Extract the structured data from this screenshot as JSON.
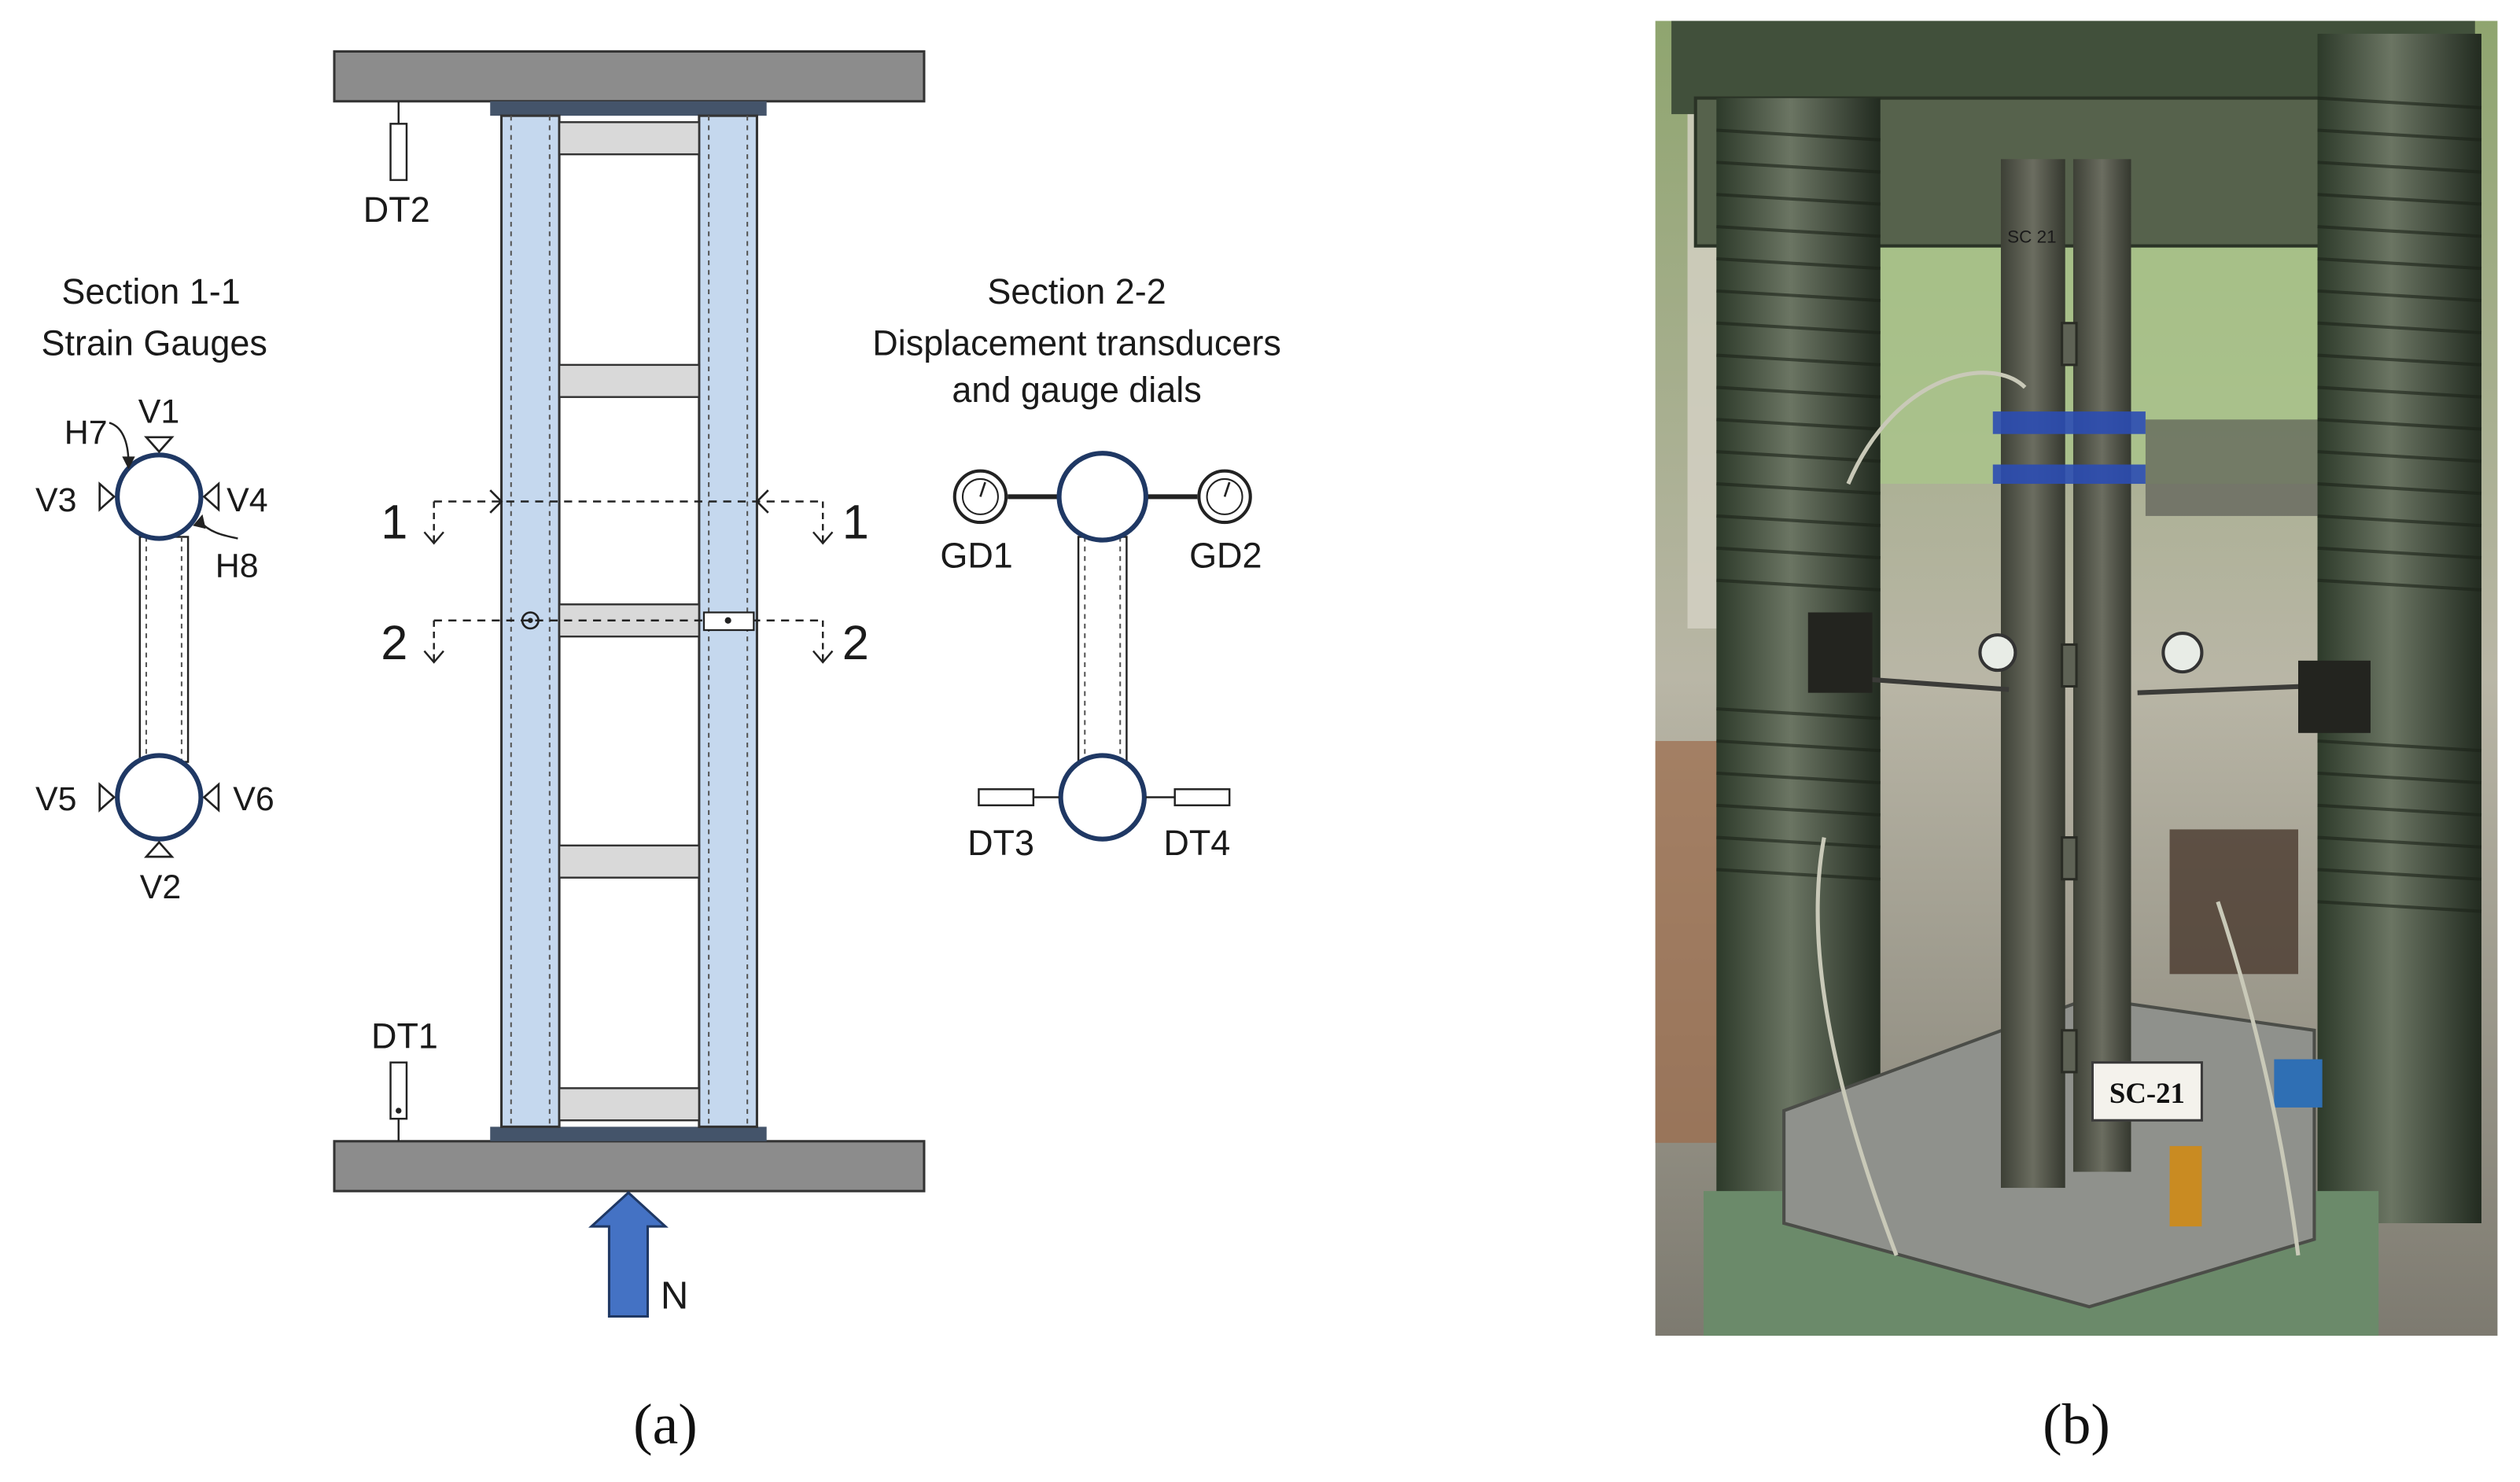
{
  "panel_a": {
    "caption": "(a)",
    "section_1": {
      "title": "Section 1-1",
      "subtitle": "Strain Gauges",
      "gauges": [
        "H7",
        "V1",
        "V3",
        "V4",
        "H8",
        "V5",
        "V6",
        "V2"
      ]
    },
    "section_2": {
      "title": "Section 2-2",
      "subtitle_line1": "Displacement transducers",
      "subtitle_line2": "and gauge dials",
      "dials": [
        "GD1",
        "GD2"
      ],
      "transducers": [
        "DT3",
        "DT4"
      ]
    },
    "column": {
      "transducer_top": "DT2",
      "transducer_bottom": "DT1",
      "cut_1_left": "1",
      "cut_1_right": "1",
      "cut_2_left": "2",
      "cut_2_right": "2",
      "load_label": "N"
    },
    "colors": {
      "tube": "#c5d8ee",
      "batten": "#d9d9d9",
      "plate": "#8c8c8c",
      "endplate": "#44546a",
      "load_arrow": "#4472c4"
    }
  },
  "panel_b": {
    "caption": "(b)",
    "specimen_label": "SC-21",
    "specimen_mark": "SC 21"
  }
}
